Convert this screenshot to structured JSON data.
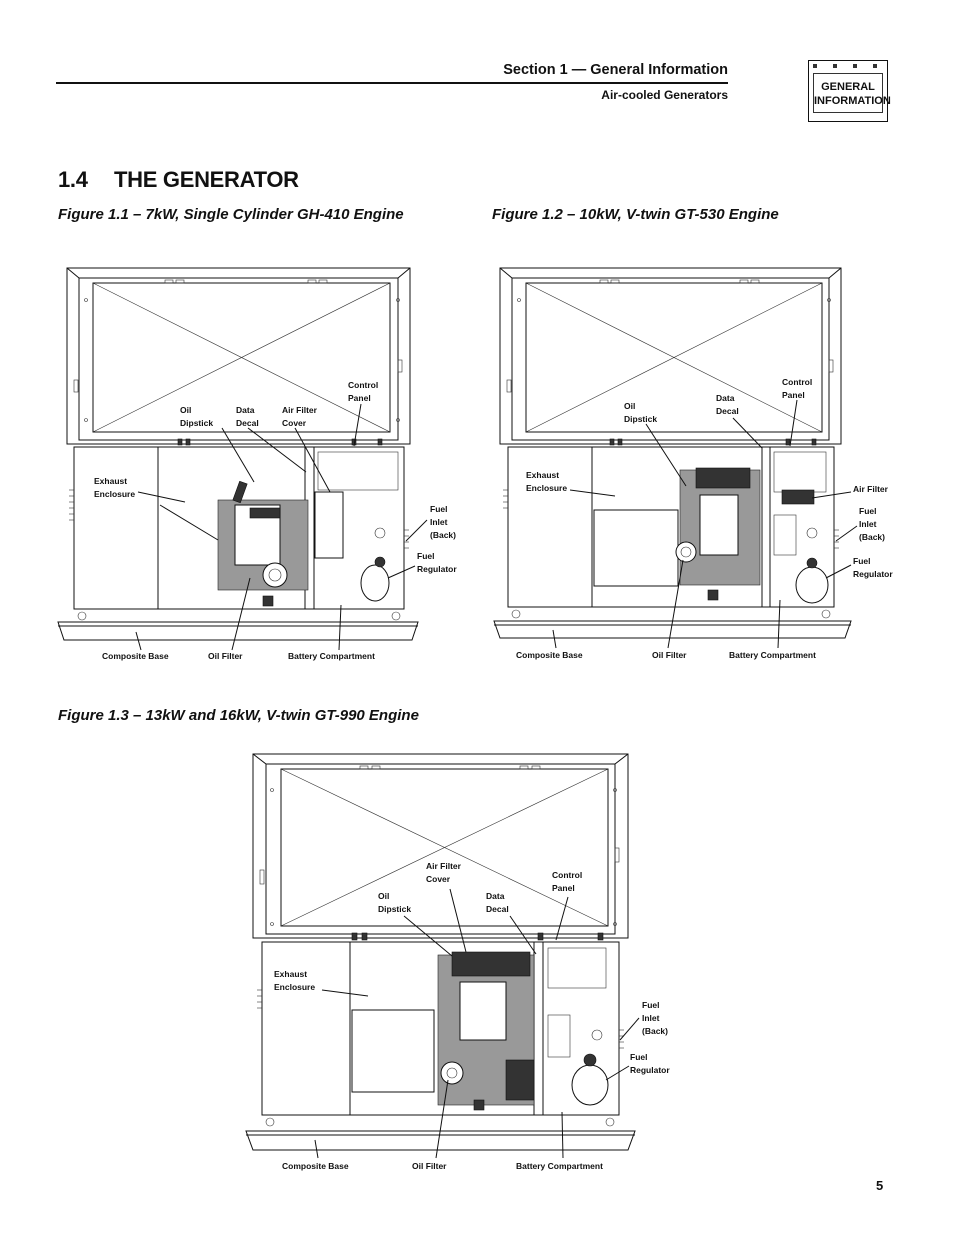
{
  "header": {
    "section_title": "Section 1 — General Information",
    "section_subtitle": "Air-cooled Generators",
    "tab_line1": "GENERAL",
    "tab_line2": "INFORMATION"
  },
  "heading": {
    "number": "1.4",
    "title": "THE GENERATOR"
  },
  "figures": [
    {
      "caption": "Figure 1.1 – 7kW, Single Cylinder GH-410 Engine",
      "labels": {
        "control_panel": [
          "Control",
          "Panel"
        ],
        "oil_dipstick": [
          "Oil",
          "Dipstick"
        ],
        "data_decal": [
          "Data",
          "Decal"
        ],
        "air_filter_cover": [
          "Air Filter",
          "Cover"
        ],
        "exhaust_enclosure": [
          "Exhaust",
          "Enclosure"
        ],
        "fuel_inlet": [
          "Fuel",
          "Inlet",
          "(Back)"
        ],
        "fuel_regulator": [
          "Fuel",
          "Regulator"
        ],
        "composite_base": "Composite Base",
        "oil_filter": "Oil Filter",
        "battery_compartment": "Battery Compartment"
      }
    },
    {
      "caption": "Figure 1.2 – 10kW, V-twin GT-530 Engine",
      "labels": {
        "control_panel": [
          "Control",
          "Panel"
        ],
        "oil_dipstick": [
          "Oil",
          "Dipstick"
        ],
        "data_decal": [
          "Data",
          "Decal"
        ],
        "air_filter": "Air Filter",
        "exhaust_enclosure": [
          "Exhaust",
          "Enclosure"
        ],
        "fuel_inlet": [
          "Fuel",
          "Inlet",
          "(Back)"
        ],
        "fuel_regulator": [
          "Fuel",
          "Regulator"
        ],
        "composite_base": "Composite Base",
        "oil_filter": "Oil Filter",
        "battery_compartment": "Battery Compartment"
      }
    },
    {
      "caption": "Figure 1.3 – 13kW and 16kW, V-twin GT-990 Engine",
      "labels": {
        "air_filter_cover": [
          "Air Filter",
          "Cover"
        ],
        "control_panel": [
          "Control",
          "Panel"
        ],
        "oil_dipstick": [
          "Oil",
          "Dipstick"
        ],
        "data_decal": [
          "Data",
          "Decal"
        ],
        "exhaust_enclosure": [
          "Exhaust",
          "Enclosure"
        ],
        "fuel_inlet": [
          "Fuel",
          "Inlet",
          "(Back)"
        ],
        "fuel_regulator": [
          "Fuel",
          "Regulator"
        ],
        "composite_base": "Composite Base",
        "oil_filter": "Oil Filter",
        "battery_compartment": "Battery Compartment"
      }
    }
  ],
  "page_number": "5"
}
